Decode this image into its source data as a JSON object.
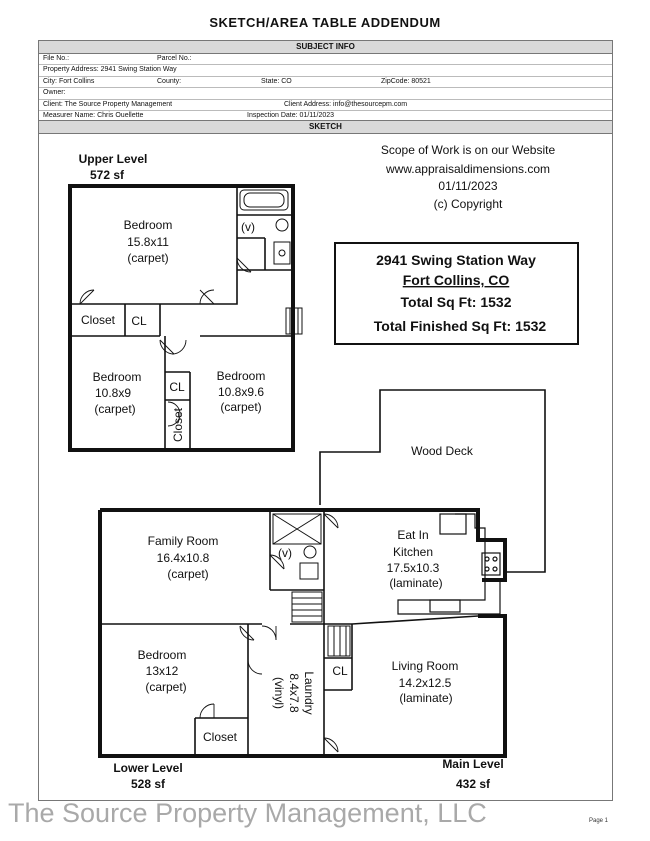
{
  "header": {
    "title": "SKETCH/AREA TABLE ADDENDUM"
  },
  "subject_info": {
    "title": "SUBJECT INFO",
    "file_no": "File No.:",
    "parcel_no": "Parcel No.:",
    "property_address": "Property Address: 2941 Swing Station Way",
    "city": "City: Fort Collins",
    "county": "County:",
    "state": "State: CO",
    "zip": "ZipCode: 80521",
    "owner": "Owner:",
    "client": "Client: The Source Property Management",
    "client_address": "Client Address: info@thesourcepm.com",
    "measurer": "Measurer Name: Chris Ouellette",
    "inspection_date": "Inspection Date: 01/11/2023"
  },
  "sketch": {
    "title": "SKETCH",
    "scope": [
      "Scope of Work is on our Website",
      "www.appraisaldimensions.com",
      "01/11/2023",
      "(c) Copyright"
    ],
    "summary": {
      "address": "2941 Swing Station Way",
      "city": "Fort Collins, CO",
      "total": "Total Sq Ft: 1532",
      "finished": "Total Finished Sq Ft: 1532"
    },
    "levels": {
      "upper_name": "Upper Level",
      "upper_area": "572 sf",
      "lower_name": "Lower Level",
      "lower_area": "528 sf",
      "main_name": "Main Level",
      "main_area": "432 sf"
    },
    "rooms": {
      "bedroom_upper_1": [
        "Bedroom",
        "15.8x11",
        "(carpet)"
      ],
      "bedroom_upper_2": [
        "Bedroom",
        "10.8x9",
        "(carpet)"
      ],
      "bedroom_upper_3": [
        "Bedroom",
        "10.8x9.6",
        "(carpet)"
      ],
      "closet_upper": "Closet",
      "cl_upper_1": "CL",
      "cl_upper_2": "CL",
      "closet_vertical": "Closet",
      "vent_upper": "(v)",
      "wood_deck": "Wood Deck",
      "family_room": [
        "Family Room",
        "16.4x10.8",
        "(carpet)"
      ],
      "vent_lower": "(v)",
      "eat_in_kitchen": [
        "Eat In",
        "Kitchen",
        "17.5x10.3",
        "(laminate)"
      ],
      "bedroom_lower": [
        "Bedroom",
        "13x12",
        "(carpet)"
      ],
      "laundry": [
        "Laundry",
        "8.4x7.8",
        "(vinyl)"
      ],
      "cl_main": "CL",
      "living_room": [
        "Living Room",
        "14.2x12.5",
        "(laminate)"
      ],
      "closet_lower": "Closet"
    }
  },
  "footer": {
    "watermark": "The Source Property Management, LLC",
    "page": "Page 1"
  }
}
